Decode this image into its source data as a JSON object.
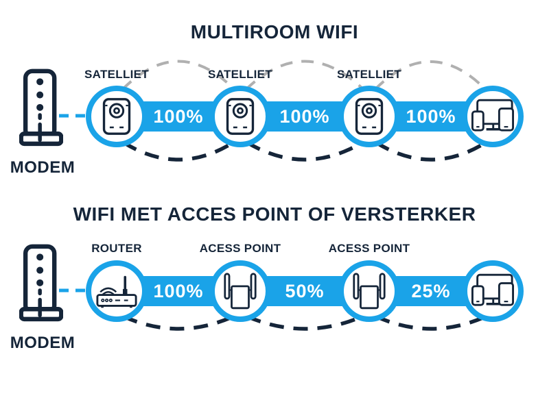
{
  "colors": {
    "accent_blue": "#1aa3e8",
    "dark_navy": "#152539",
    "arc_gray": "#b0b0b0",
    "background": "#ffffff"
  },
  "sections": [
    {
      "title": "MULTIROOM WIFI",
      "modem_label": "MODEM",
      "nodes": [
        {
          "label": "SATELLIET",
          "icon": "satellite-icon"
        },
        {
          "label": "SATELLIET",
          "icon": "satellite-icon"
        },
        {
          "label": "SATELLIET",
          "icon": "satellite-icon"
        },
        {
          "label": "",
          "icon": "devices-icon"
        }
      ],
      "links": [
        {
          "value": "100%"
        },
        {
          "value": "100%"
        },
        {
          "value": "100%"
        }
      ]
    },
    {
      "title": "WIFI MET ACCES POINT OF VERSTERKER",
      "modem_label": "MODEM",
      "nodes": [
        {
          "label": "ROUTER",
          "icon": "router-icon"
        },
        {
          "label": "ACESS POINT",
          "icon": "access-point-icon"
        },
        {
          "label": "ACESS POINT",
          "icon": "access-point-icon"
        },
        {
          "label": "",
          "icon": "devices-icon"
        }
      ],
      "links": [
        {
          "value": "100%"
        },
        {
          "value": "50%"
        },
        {
          "value": "25%"
        }
      ]
    }
  ]
}
